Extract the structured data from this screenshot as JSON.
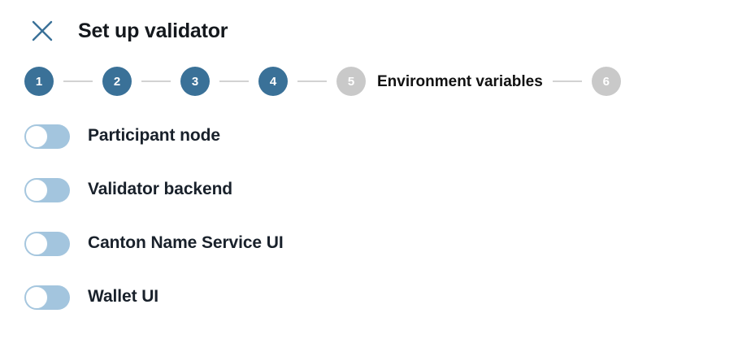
{
  "header": {
    "close_icon": "close-icon",
    "title": "Set up validator"
  },
  "stepper": {
    "active_color": "#3a7198",
    "inactive_color": "#c9c9c9",
    "connector_color": "#d2d2d2",
    "steps": [
      {
        "number": "1",
        "state": "active",
        "label": ""
      },
      {
        "number": "2",
        "state": "active",
        "label": ""
      },
      {
        "number": "3",
        "state": "active",
        "label": ""
      },
      {
        "number": "4",
        "state": "active",
        "label": ""
      },
      {
        "number": "5",
        "state": "inactive",
        "label": "Environment variables"
      },
      {
        "number": "6",
        "state": "inactive",
        "label": ""
      }
    ]
  },
  "toggles": {
    "track_color": "#a3c5de",
    "knob_color": "#ffffff",
    "items": [
      {
        "label": "Participant node",
        "state": "off"
      },
      {
        "label": "Validator backend",
        "state": "off"
      },
      {
        "label": "Canton Name Service UI",
        "state": "off"
      },
      {
        "label": "Wallet UI",
        "state": "off"
      }
    ]
  }
}
